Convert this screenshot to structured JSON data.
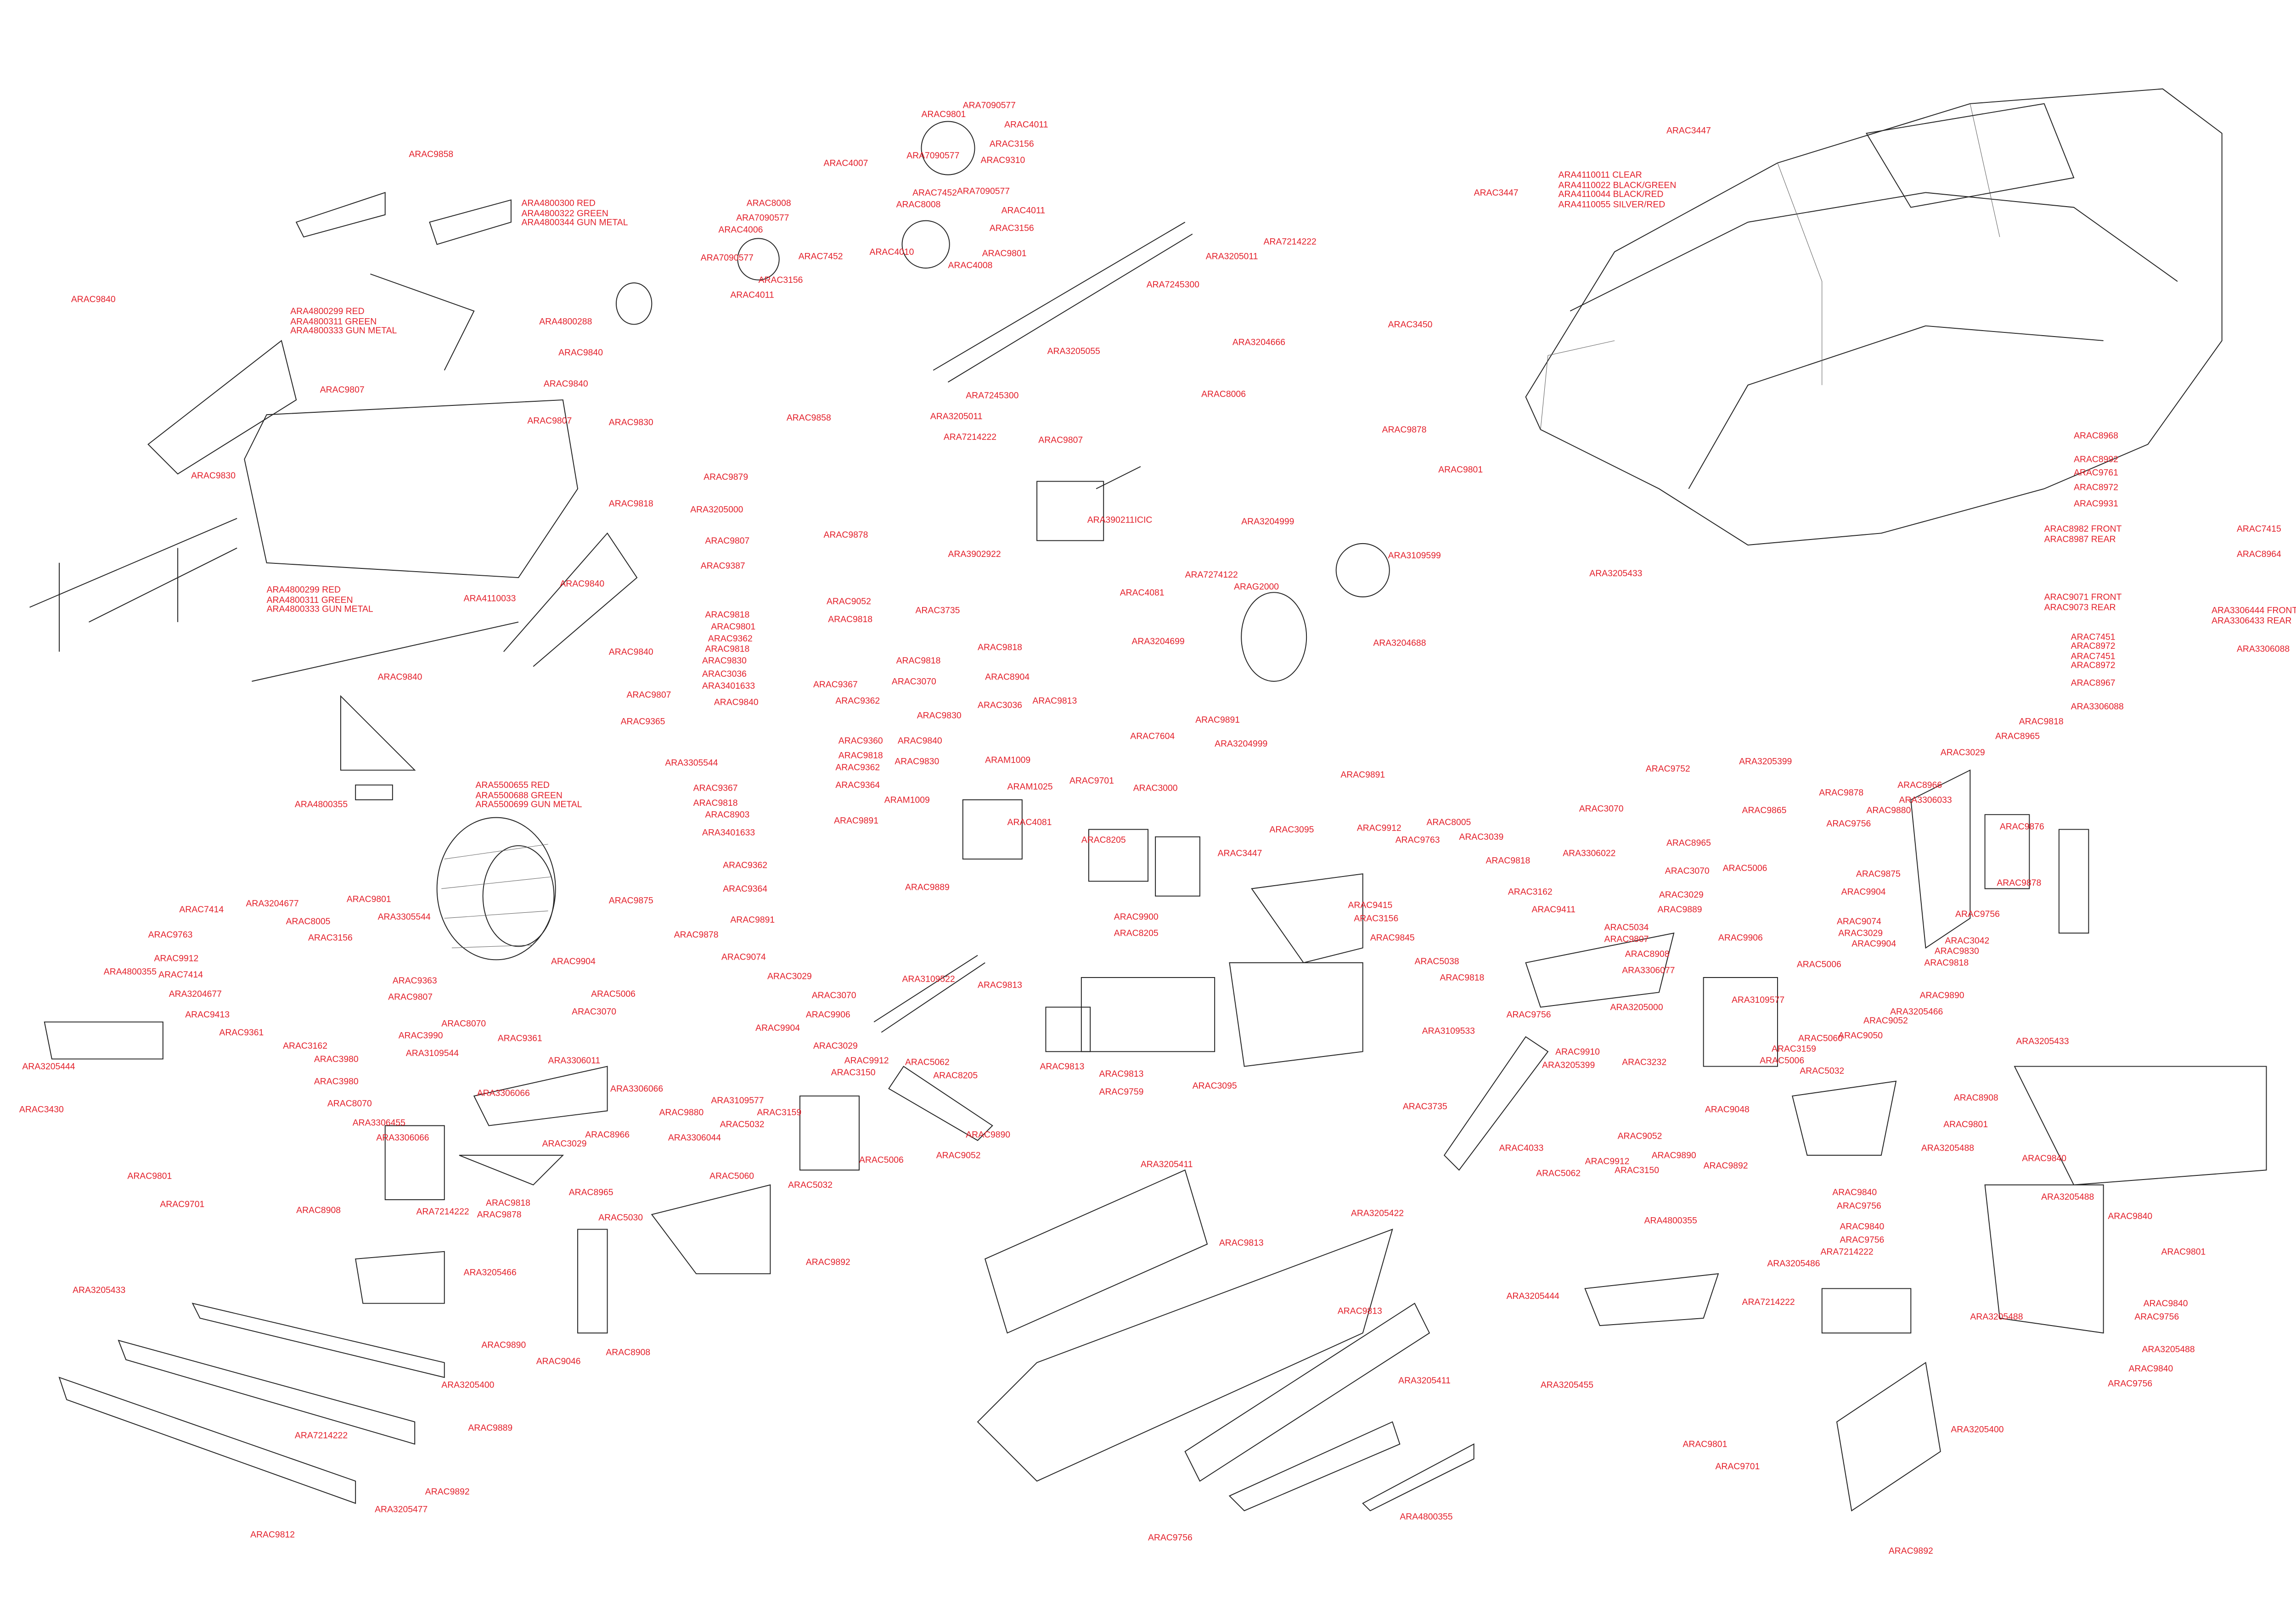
{
  "accent_color": "#e3202b",
  "labels": [
    "ARAC9858",
    "ARA4800300 RED\nARA4800322 GREEN\nARA4800344 GUN METAL",
    "ARAC9840",
    "ARA4800299 RED\nARA4800311 GREEN\nARA4800333 GUN METAL",
    "ARA4800288",
    "ARAC9840",
    "ARAC9807",
    "ARAC9840",
    "ARAC9807",
    "ARAC9830",
    "ARAC9830",
    "ARAC9818",
    "ARA4110033",
    "ARAC9840",
    "ARA4800299 RED\nARA4800311 GREEN\nARA4800333 GUN METAL",
    "ARAC9840",
    "ARAC9840",
    "ARA4800355",
    "ARAC9801",
    "ARA7090577",
    "ARAC4011",
    "ARAC3156",
    "ARAC9310",
    "ARAC4007",
    "ARA7090577",
    "ARAC7452",
    "ARAC8008",
    "ARA7090577",
    "ARAC4011",
    "ARAC3156",
    "ARAC8008",
    "ARA7090577",
    "ARAC4006",
    "ARAC7452",
    "ARAC4010",
    "ARAC9801",
    "ARAC4008",
    "ARA7090577",
    "ARAC3156",
    "ARAC4011",
    "ARA7214222",
    "ARA3205011",
    "ARA7245300",
    "ARA3205055",
    "ARA7245300",
    "ARA3205011",
    "ARA7214222",
    "ARAC9858",
    "ARAC9879",
    "ARA3205000",
    "ARAC9878",
    "ARAC9807",
    "ARAC9387",
    "ARAC9052",
    "ARAC3735",
    "ARAC9818",
    "ARAC9801",
    "ARAC9362",
    "ARAC9818",
    "ARAC9830",
    "ARAC3036",
    "ARA3401633",
    "ARAC9840",
    "ARAC9807",
    "ARAC9365",
    "ARAC9818",
    "ARAC9367",
    "ARAC9362",
    "ARAC9360",
    "ARAC9818",
    "ARAC9362",
    "ARAC9364",
    "ARA3305544",
    "ARAC9367",
    "ARAC9818",
    "ARAC8903",
    "ARA3401633",
    "ARAC9891",
    "ARAC9362",
    "ARAC9364",
    "ARAC9891",
    "ARAC9818",
    "ARAC3070",
    "ARAC9818",
    "ARAC8904",
    "ARAC9813",
    "ARAC3036",
    "ARAC9830",
    "ARAC9840",
    "ARAC9830",
    "ARAM1009",
    "ARAM1025",
    "ARAM1009",
    "ARAC4081",
    "ARAC9889",
    "ARAC9701",
    "ARAC8205",
    "ARAC9807",
    "ARA390211ICIC",
    "ARA3902922",
    "ARAC4081",
    "ARA3204699",
    "ARA7274122",
    "ARAG2000",
    "ARAC7604",
    "ARAC9891",
    "ARA3204999",
    "ARAC3000",
    "ARA3204666",
    "ARAC3450",
    "ARAC8006",
    "ARAC9878",
    "ARA3204999",
    "ARA3109599",
    "ARA3204688",
    "ARAC9891",
    "ARAC3447",
    "ARAC3447",
    "ARA4110011 CLEAR\nARA4110022 BLACK/GREEN\nARA4110044 BLACK/RED\nARA4110055 SILVER/RED",
    "ARAC9801",
    "ARA3205433",
    "ARAC8968",
    "ARAC8992",
    "ARAC9761",
    "ARAC8972",
    "ARAC9931",
    "ARAC8982 FRONT\nARAC8987 REAR",
    "ARAC7415",
    "ARAC8964",
    "ARAC9071 FRONT\nARAC9073 REAR",
    "ARA3306444 FRONT\nARA3306433 REAR",
    "ARA3306088",
    "ARAC7451",
    "ARAC8972",
    "ARAC7451",
    "ARAC8972",
    "ARAC8967",
    "ARA3306088",
    "ARA5500655 RED\nARA5500688 GREEN\nARA5500699 GUN METAL",
    "ARAC7414",
    "ARA3204677",
    "ARAC9801",
    "ARAC8005",
    "ARAC9763",
    "ARA3305544",
    "ARAC3156",
    "ARAC9912",
    "ARAC7414",
    "ARAC9875",
    "ARAC9904",
    "ARA4800355",
    "ARA3204677",
    "ARAC9363",
    "ARAC9807",
    "ARAC9413",
    "ARAC9361",
    "ARAC3070",
    "ARAC8070",
    "ARAC3990",
    "ARAC9361",
    "ARA3109544",
    "ARAC3162",
    "ARAC3980",
    "ARAC3980",
    "ARA3205444",
    "ARAC8070",
    "ARA3306011",
    "ARA3306066",
    "ARA3306455",
    "ARA3306066",
    "ARAC3430",
    "ARAC9801",
    "ARAC9701",
    "ARAC8908",
    "ARA7214222",
    "ARAC9818",
    "ARAC9878",
    "ARA3205466",
    "ARAC9890",
    "ARAC9046",
    "ARAC8908",
    "ARAC5030",
    "ARAC8965",
    "ARAC8966",
    "ARAC3029",
    "ARA3205400",
    "ARA3205433",
    "ARA7214222",
    "ARAC9889",
    "ARAC9892",
    "ARA3205477",
    "ARAC9812",
    "ARAC9878",
    "ARAC9074",
    "ARAC5006",
    "ARAC3029",
    "ARAC3070",
    "ARAC9906",
    "ARAC3029",
    "ARAC9904",
    "ARA3306066",
    "ARAC9880",
    "ARA3109577",
    "ARAC3159",
    "ARAC3150",
    "ARAC9912",
    "ARAC5062",
    "ARA3306044",
    "ARAC5032",
    "ARAC5060",
    "ARAC5032",
    "ARAC5006",
    "ARAC9890",
    "ARAC9052",
    "ARAC9892",
    "ARA3109522",
    "ARAC9813",
    "ARAC8205",
    "ARAC9813",
    "ARAC9813",
    "ARAC9759",
    "ARAC9900",
    "ARAC8205",
    "ARAC3447",
    "ARAC3095",
    "ARAC3095",
    "ARA3205411",
    "ARAC9813",
    "ARA3205422",
    "ARAC9813",
    "ARA3205411",
    "ARA4800355",
    "ARAC9756",
    "ARAC9912",
    "ARAC8005",
    "ARAC9763",
    "ARAC3039",
    "ARAC9818",
    "ARAC3070",
    "ARA3306022",
    "ARAC9415",
    "ARAC3156",
    "ARAC3162",
    "ARAC9411",
    "ARAC9845",
    "ARAC5038",
    "ARAC5034",
    "ARAC9807",
    "ARAC8908",
    "ARA3306077",
    "ARAC9818",
    "ARA3205000",
    "ARAC9756",
    "ARA3109533",
    "ARAC9910",
    "ARA3205399",
    "ARAC3735",
    "ARAC4033",
    "ARAC5062",
    "ARAC9912",
    "ARAC3150",
    "ARAC9052",
    "ARAC9890",
    "ARAC9892",
    "ARAC9048",
    "ARAC3232",
    "ARAC9752",
    "ARAC8965",
    "ARA3205399",
    "ARAC9865",
    "ARAC3070",
    "ARAC5006",
    "ARAC3029",
    "ARAC9889",
    "ARAC9906",
    "ARAC9878",
    "ARAC9880",
    "ARAC8966",
    "ARA3306033",
    "ARAC9756",
    "ARAC9875",
    "ARAC9904",
    "ARAC9074",
    "ARAC3029",
    "ARAC9904",
    "ARAC5006",
    "ARA3109577",
    "ARAC5060",
    "ARAC3159",
    "ARAC5006",
    "ARAC5032",
    "ARAC9050",
    "ARAC9052",
    "ARA3205466",
    "ARAC9890",
    "ARAC9818",
    "ARAC8965",
    "ARAC3029",
    "ARAC9876",
    "ARAC9878",
    "ARAC9756",
    "ARAC3042",
    "ARAC9830",
    "ARAC9818",
    "ARA3205433",
    "ARAC8908",
    "ARAC9801",
    "ARA3205488",
    "ARAC9840",
    "ARAC9840",
    "ARAC9756",
    "ARA3205488",
    "ARAC9840",
    "ARAC9756",
    "ARAC9840",
    "ARAC9801",
    "ARA3205486",
    "ARA7214222",
    "ARA7214222",
    "ARA3205488",
    "ARAC9840",
    "ARAC9756",
    "ARA3205488",
    "ARAC9840",
    "ARAC9756",
    "ARA4800355",
    "ARA3205444",
    "ARA3205455",
    "ARAC9801",
    "ARAC9701",
    "ARA3205400",
    "ARAC9892"
  ]
}
